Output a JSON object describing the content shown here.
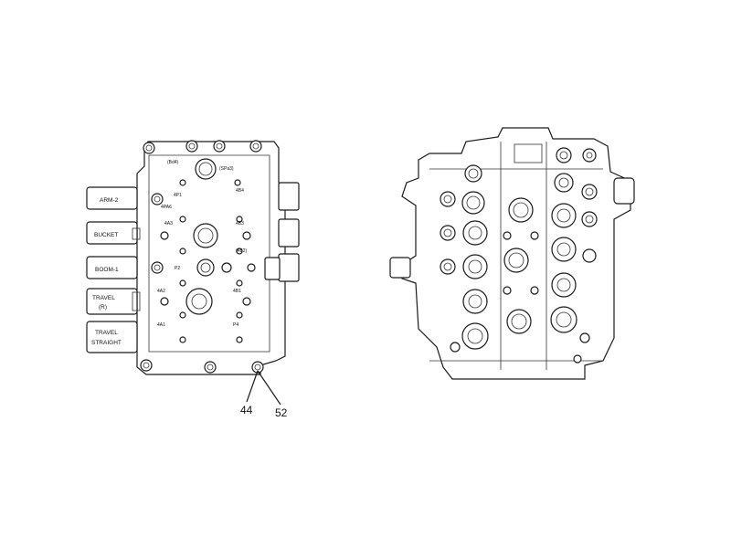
{
  "left_view": {
    "section_labels": [
      "ARM-2",
      "BUCKET",
      "BOOM-1",
      "TRAVEL",
      "(R)",
      "TRAVEL",
      "STRAIGHT"
    ],
    "port_labels": [
      "(Bd4)",
      "(SPa3)",
      "4P1",
      "4B4",
      "4PA6",
      "4A3",
      "4B3",
      "(4B2)",
      "4A2",
      "4B1",
      "4A1",
      "P4",
      "P2"
    ]
  },
  "callouts": {
    "part_44": "44",
    "part_52": "52"
  }
}
